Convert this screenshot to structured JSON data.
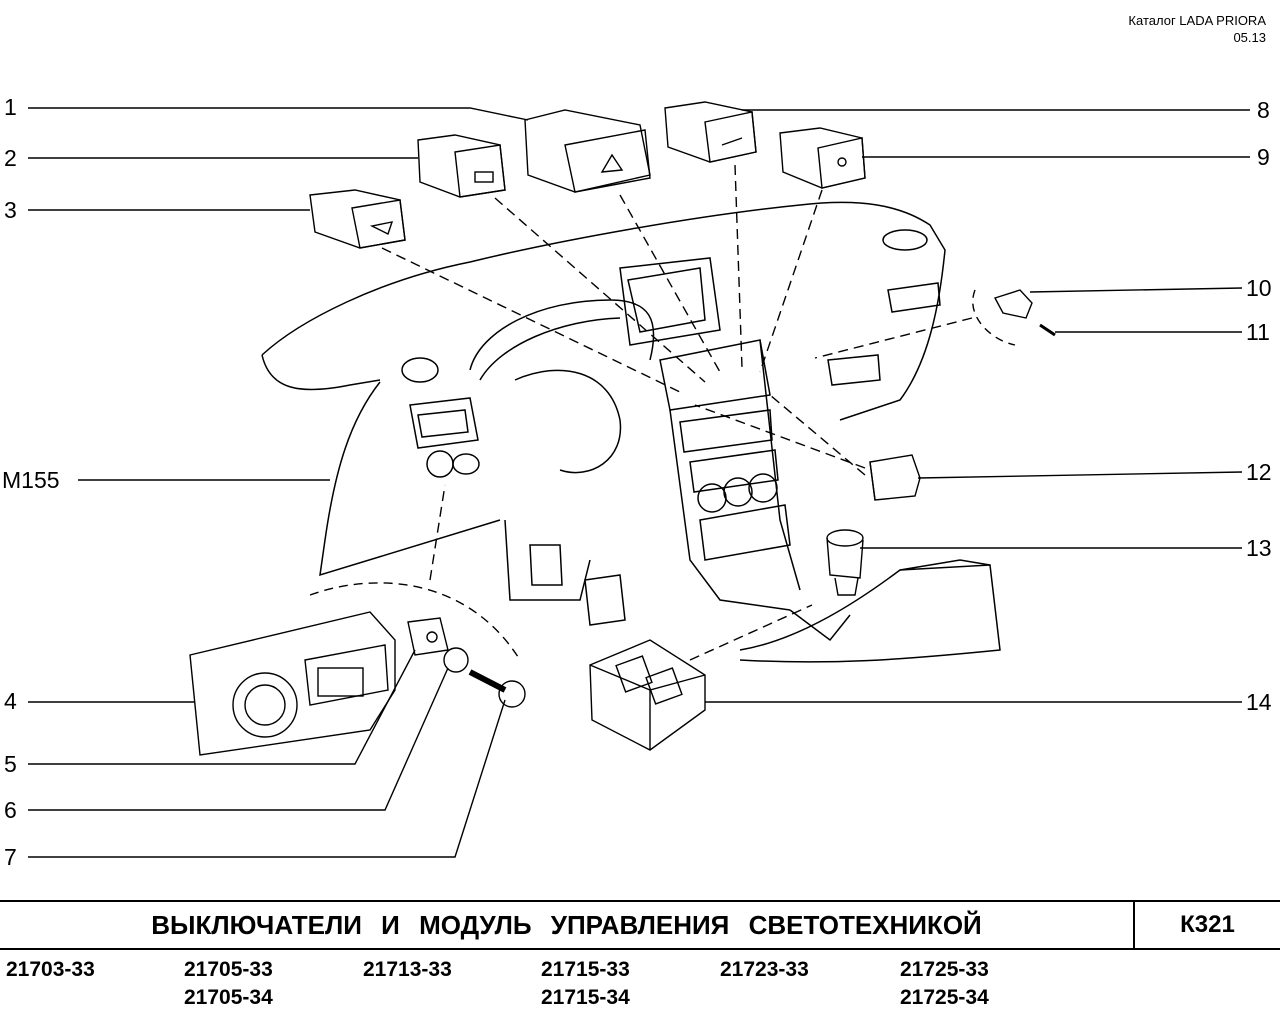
{
  "header": {
    "catalog": "Каталог  LADA  PRIORA",
    "date": "05.13"
  },
  "callouts": [
    "1",
    "2",
    "3",
    "4",
    "5",
    "6",
    "7",
    "8",
    "9",
    "10",
    "11",
    "12",
    "13",
    "14"
  ],
  "reference": "М155",
  "title": "ВЫКЛЮЧАТЕЛИ  И  МОДУЛЬ  УПРАВЛЕНИЯ  СВЕТОТЕХНИКОЙ",
  "code": "К321",
  "models": {
    "col1": [
      "21703-33"
    ],
    "col2": [
      "21705-33",
      "21705-34"
    ],
    "col3": [
      "21713-33"
    ],
    "col4": [
      "21715-33",
      "21715-34"
    ],
    "col5": [
      "21723-33"
    ],
    "col6": [
      "21725-33",
      "21725-34"
    ]
  }
}
